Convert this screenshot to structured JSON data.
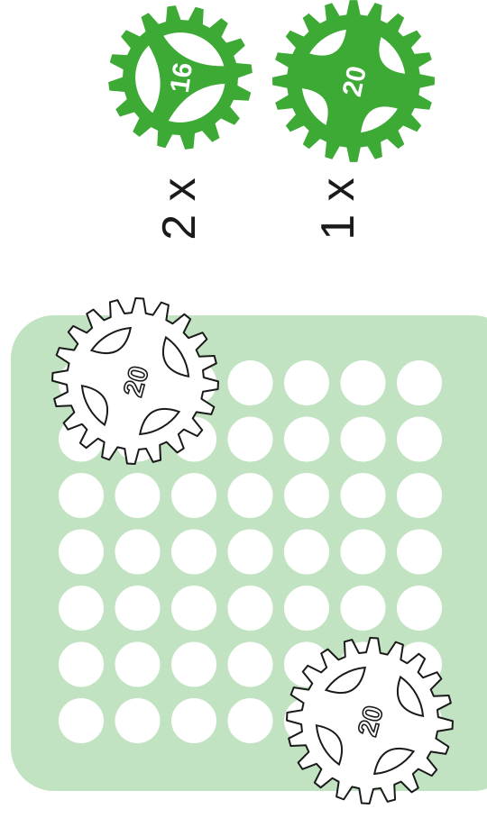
{
  "parts": [
    {
      "quantity_label": "2 x",
      "gear_number": "16",
      "gear_style": "swirl",
      "teeth": 16
    },
    {
      "quantity_label": "1 x",
      "gear_number": "20",
      "gear_style": "cross",
      "teeth": 20
    }
  ],
  "board": {
    "rows": 7,
    "cols": 7,
    "placed_gears": [
      {
        "gear_number": "20",
        "teeth": 20
      },
      {
        "gear_number": "20",
        "teeth": 20
      }
    ]
  },
  "colors": {
    "gear_green": "#3daa35",
    "board_fill": "#c2e3c2",
    "peg_hole": "#ffffff",
    "outline": "#1a1a1a"
  }
}
